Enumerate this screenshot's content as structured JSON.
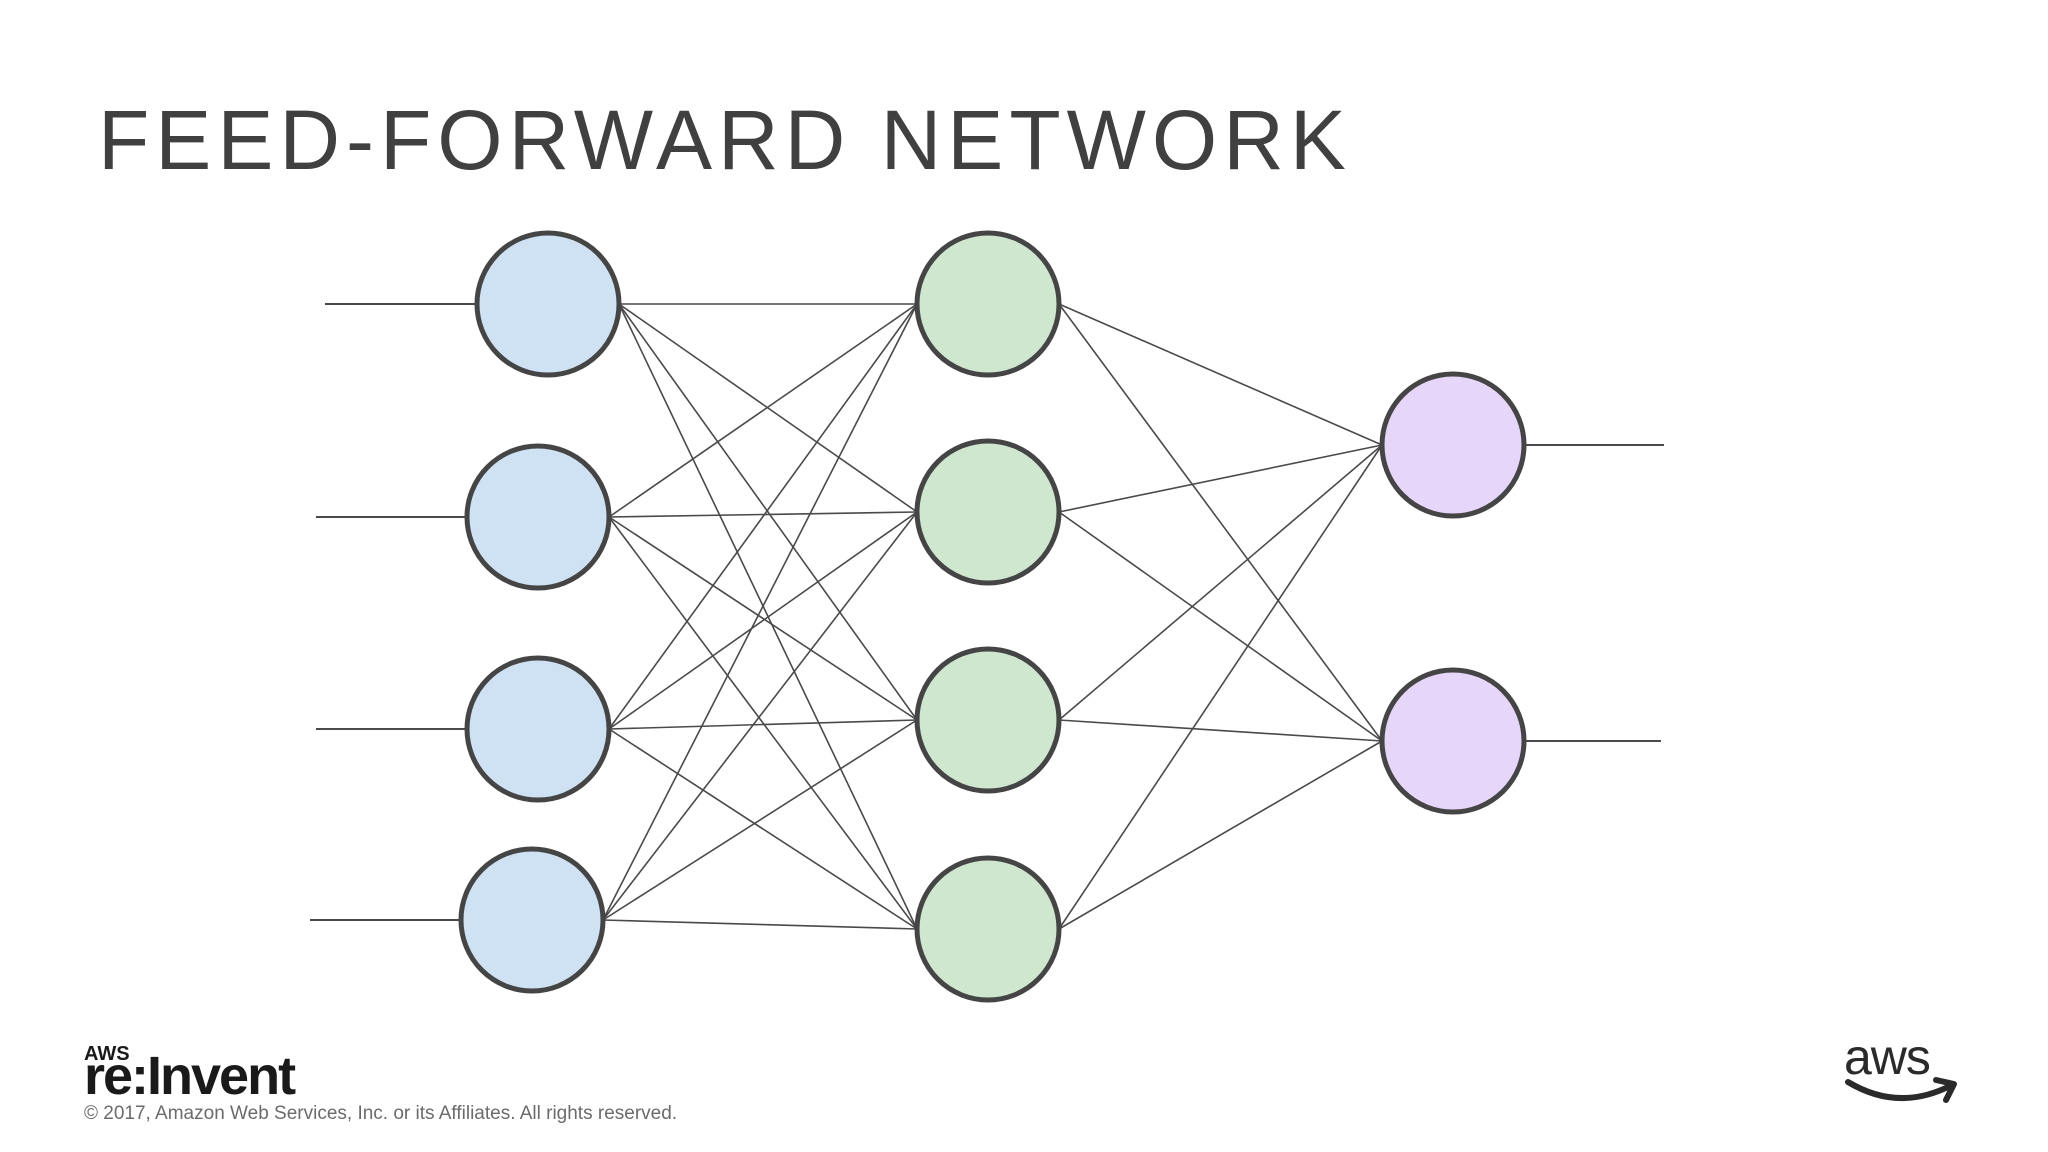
{
  "slide": {
    "title": "FEED-FORWARD NETWORK",
    "copyright": "© 2017, Amazon Web Services, Inc. or its Affiliates. All rights reserved."
  },
  "logos": {
    "reinvent": {
      "small": "AWS",
      "main": "re:Invent"
    },
    "aws": {
      "text": "aws",
      "icon": "smile-arrow-icon"
    }
  },
  "network": {
    "layers": [
      {
        "name": "input",
        "count": 4,
        "color": "#cfe2f3"
      },
      {
        "name": "hidden",
        "count": 4,
        "color": "#d0e7cf"
      },
      {
        "name": "output",
        "count": 2,
        "color": "#e6d7fa"
      }
    ],
    "connectivity": "fully-connected",
    "stroke_color": "#454545"
  }
}
